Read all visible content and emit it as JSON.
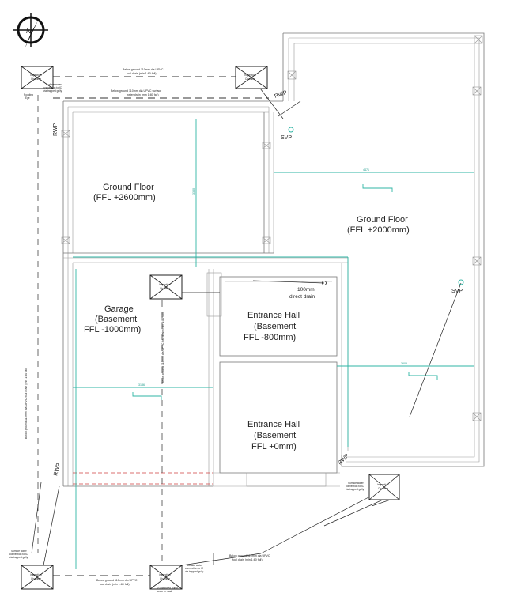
{
  "rooms": {
    "ground_floor_left": {
      "name": "Ground Floor",
      "level": "(FFL +2600mm)"
    },
    "ground_floor_right": {
      "name": "Ground Floor",
      "level": "(FFL +2000mm)"
    },
    "garage": {
      "name": "Garage",
      "sub": "(Basement",
      "level": "FFL -1000mm)"
    },
    "entrance_hall_upper": {
      "name": "Entrance Hall",
      "sub": "(Basement",
      "level": "FFL -800mm)"
    },
    "entrance_hall_lower": {
      "name": "Entrance Hall",
      "sub": "(Basement",
      "level": "FFL +0mm)"
    }
  },
  "labels": {
    "inspection_chamber": [
      "Inspection",
      "Chamber"
    ],
    "svp": "SVP",
    "rwp": "RWP",
    "direct_drain": [
      "100mm",
      "direct drain"
    ],
    "foul_drain_top": [
      "Below ground 110mm dia UPVC",
      "foul drain (min 1:80 fall)"
    ],
    "surface_drain_top": [
      "Below ground 110mm dia UPVC surface",
      "water drain (min 1:80 fall)"
    ],
    "surface_conn_tl": [
      "Surface water",
      "connection to IC",
      "via trapped gully"
    ],
    "rodding_eye": [
      "Rodding",
      "Eye"
    ],
    "left_vertical_drain": "Below ground 110mm dia UPVC foul drain (min 1:80 fall)",
    "garage_vertical_drain": "Below ground 110mm dia UPVC foul drain (min 1:80 fall)",
    "surface_conn_bl": [
      "Surface water",
      "connection to IC",
      "via trapped gully"
    ],
    "foul_drain_bottom": [
      "Below ground 110mm dia UPVC",
      "foul drain (min 1:80 fall)"
    ],
    "combined_sewer": [
      "To combined public",
      "sewer in road"
    ],
    "surface_conn_bm": [
      "Surface water",
      "connection to IC",
      "via trapped gully"
    ],
    "foul_drain_bottom_right": [
      "Below ground 110mm dia UPVC",
      "foul drain (min 1:80 fall)"
    ],
    "surface_conn_br": [
      "Surface water",
      "connection to IC",
      "via trapped gully"
    ]
  },
  "dimensions": {
    "right_width": "4471",
    "left_height": "3380",
    "garage_width": "3186",
    "right_lower_width": "3605"
  },
  "icons": {
    "north": "north-arrow-icon"
  }
}
